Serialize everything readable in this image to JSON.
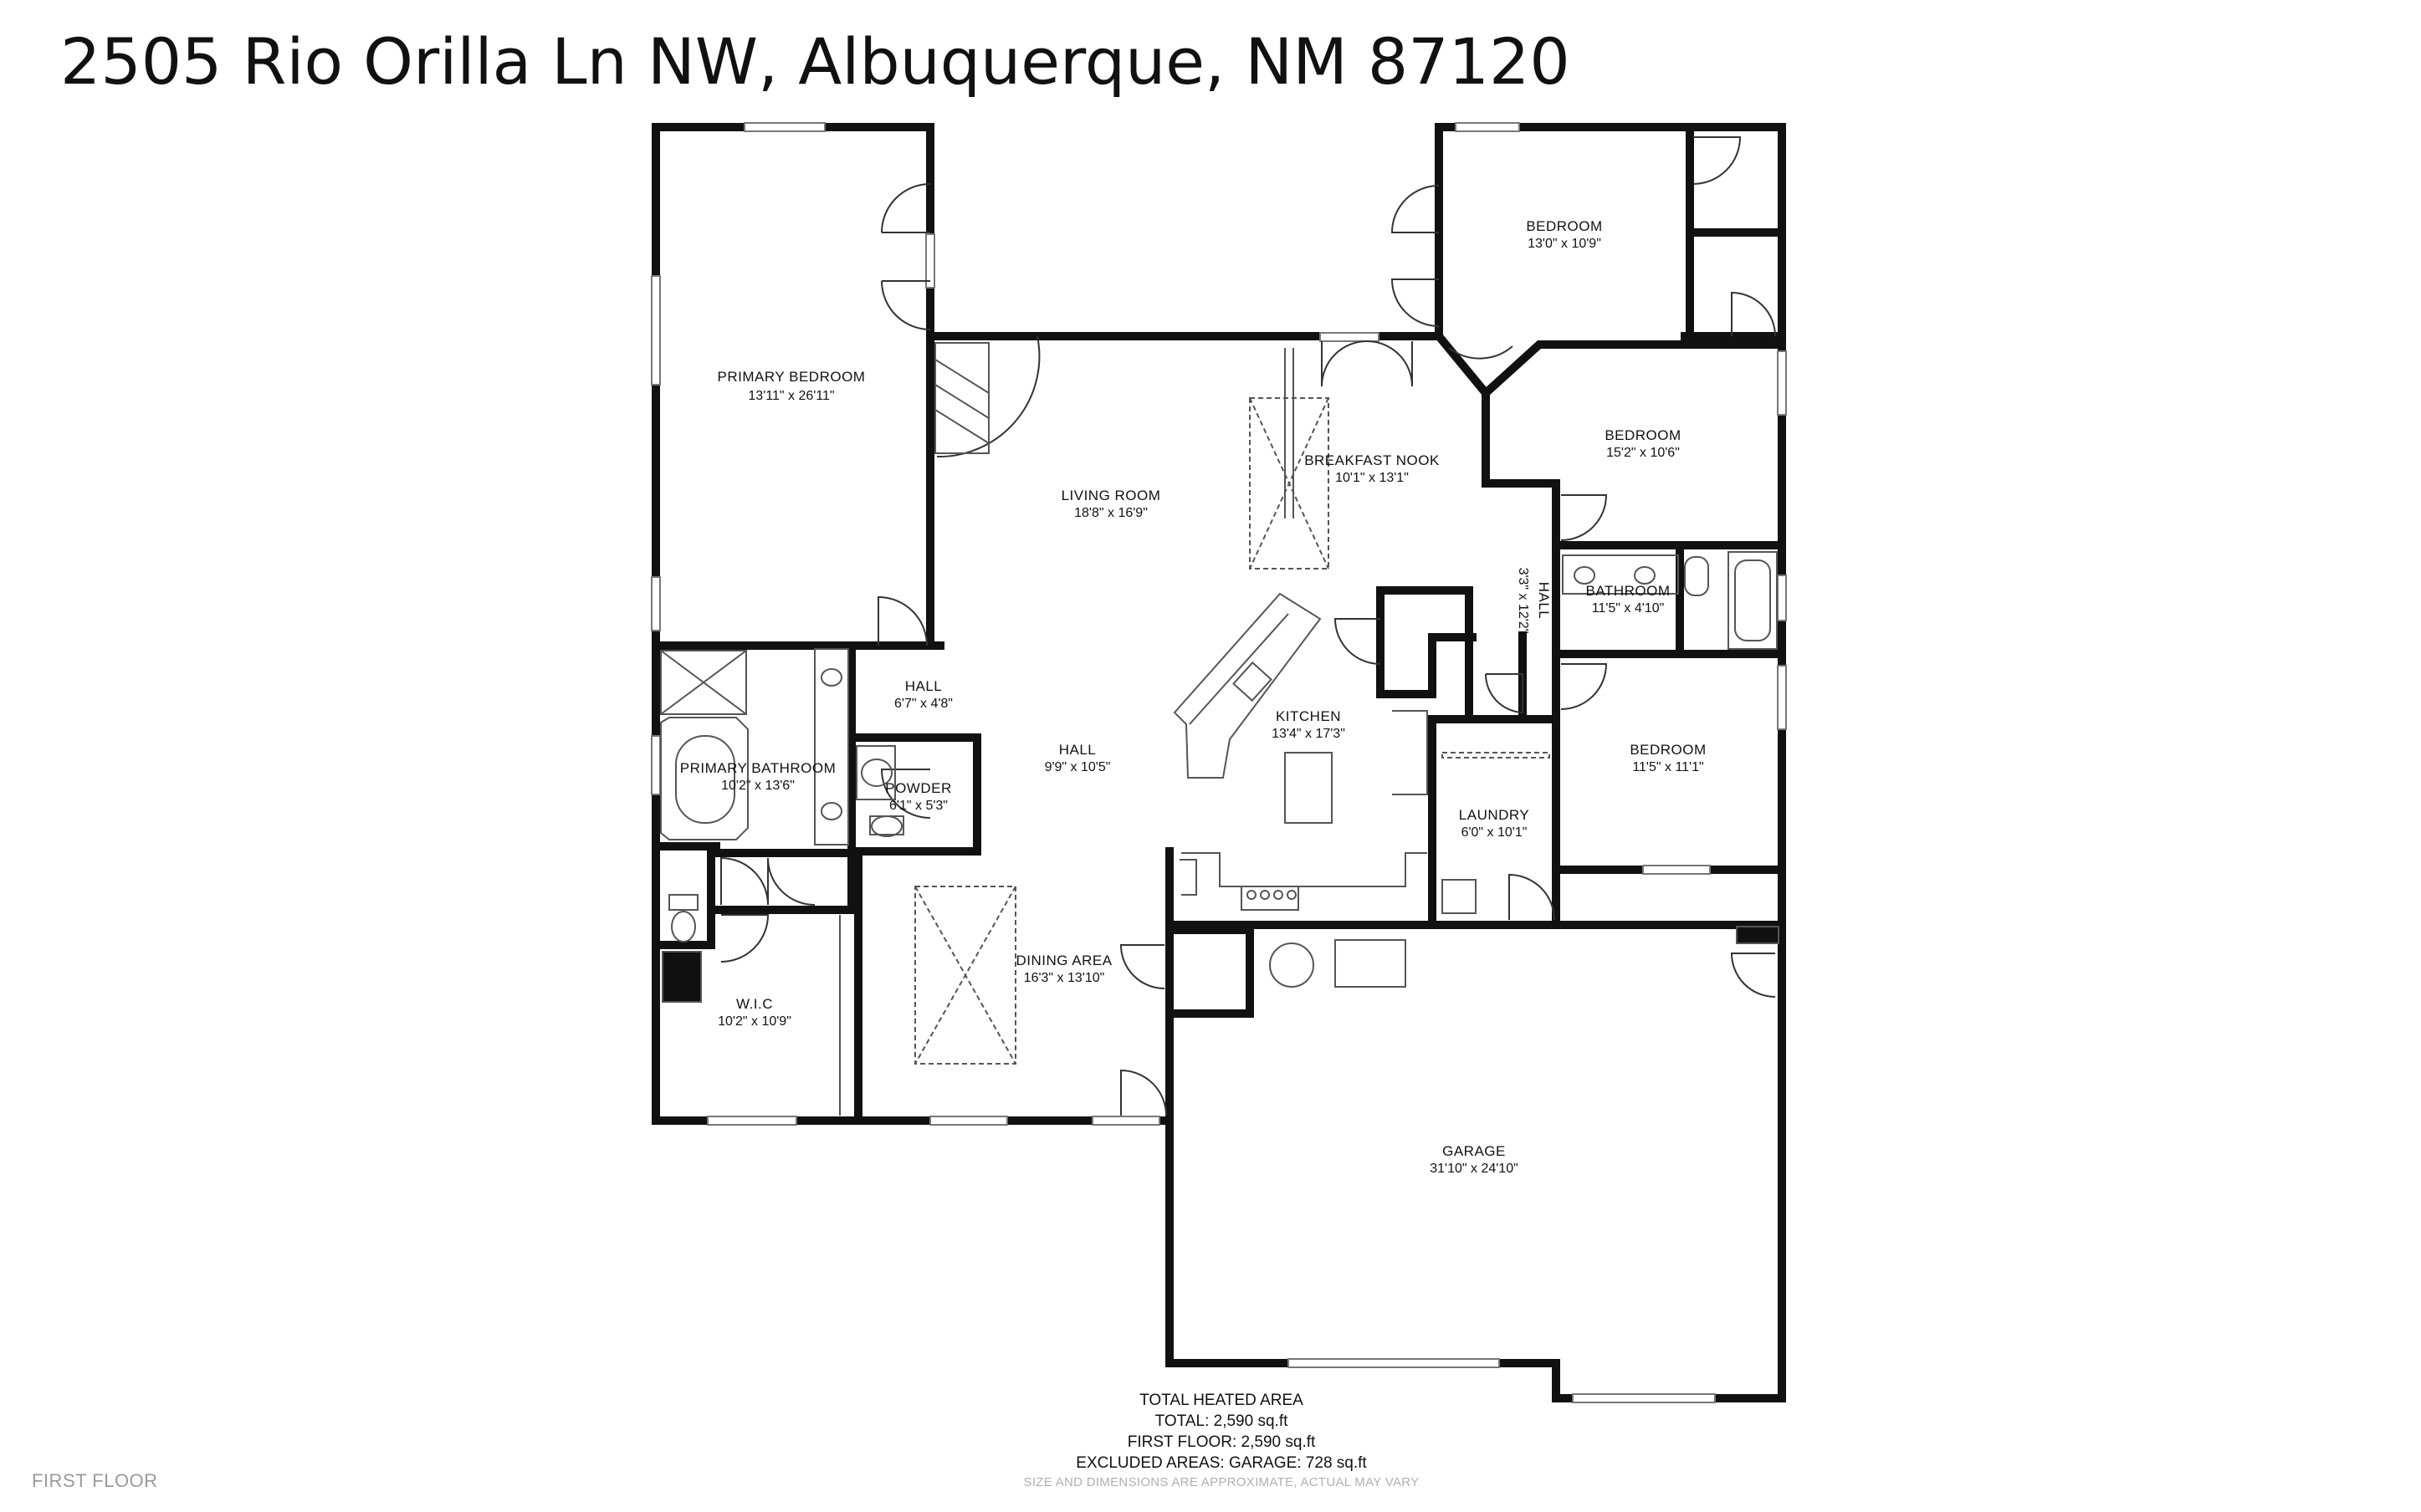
{
  "title": "2505 Rio Orilla Ln NW, Albuquerque, NM 87120",
  "rooms": {
    "primary_bedroom": {
      "name": "PRIMARY BEDROOM",
      "dim": "13'11\" x 26'11\""
    },
    "living_room": {
      "name": "LIVING ROOM",
      "dim": "18'8\" x 16'9\""
    },
    "breakfast_nook": {
      "name": "BREAKFAST NOOK",
      "dim": "10'1\" x 13'1\""
    },
    "bedroom_1": {
      "name": "BEDROOM",
      "dim": "13'0\" x 10'9\""
    },
    "bedroom_2": {
      "name": "BEDROOM",
      "dim": "15'2\" x 10'6\""
    },
    "hall_east": {
      "name": "HALL",
      "dim": "3'3\" x 12'2\""
    },
    "bathroom": {
      "name": "BATHROOM",
      "dim": "11'5\" x 4'10\""
    },
    "bedroom_3": {
      "name": "BEDROOM",
      "dim": "11'5\" x 11'1\""
    },
    "hall_small": {
      "name": "HALL",
      "dim": "6'7\" x 4'8\""
    },
    "hall_main": {
      "name": "HALL",
      "dim": "9'9\" x 10'5\""
    },
    "kitchen": {
      "name": "KITCHEN",
      "dim": "13'4\" x 17'3\""
    },
    "primary_bathroom": {
      "name": "PRIMARY BATHROOM",
      "dim": "10'2\" x 13'6\""
    },
    "powder": {
      "name": "POWDER",
      "dim": "6'1\" x 5'3\""
    },
    "laundry": {
      "name": "LAUNDRY",
      "dim": "6'0\" x 10'1\""
    },
    "dining_area": {
      "name": "DINING AREA",
      "dim": "16'3\" x 13'10\""
    },
    "wic": {
      "name": "W.I.C",
      "dim": "10'2\" x 10'9\""
    },
    "garage": {
      "name": "GARAGE",
      "dim": "31'10\" x 24'10\""
    }
  },
  "summary": {
    "heading": "TOTAL HEATED AREA",
    "total": "TOTAL: 2,590 sq.ft",
    "first_floor": "FIRST FLOOR: 2,590 sq.ft",
    "excluded": "EXCLUDED AREAS: GARAGE: 728 sq.ft"
  },
  "floor_label": "FIRST FLOOR",
  "disclaimer": "SIZE AND DIMENSIONS ARE APPROXIMATE, ACTUAL MAY VARY",
  "colors": {
    "wall": "#111111",
    "fixture": "#555555",
    "background": "#ffffff"
  }
}
